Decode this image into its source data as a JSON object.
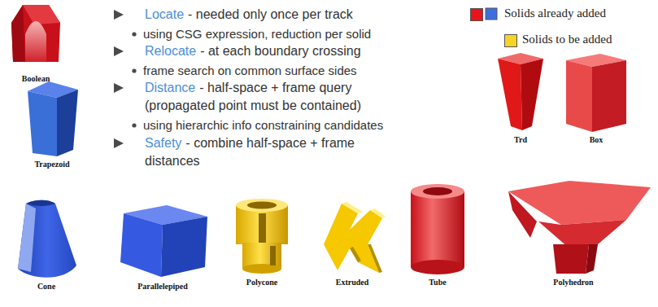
{
  "diagram": {
    "labels": [
      "Boolean",
      "Locate",
      "- needed only once per track",
      "using CSG expression, reduction per solid",
      "Relocate",
      "- at each boundary crossing",
      "frame search on common surface sides",
      "Distance",
      "- half-space + frame query (propagated point must be contained)",
      "using hierarchic info constraining candidates",
      "Safety",
      "- combine half-space + frame distances",
      "Trapezoid",
      "Trd",
      "Box",
      "Cone",
      "Parallelepiped",
      "Polycone",
      "Extruded",
      "Tube",
      "Polyhedron"
    ],
    "legend": [
      {
        "text": "Solids already added",
        "color": "#e8141c"
      },
      {
        "text": "Solids to be added",
        "color": "#f5d327"
      }
    ]
  }
}
